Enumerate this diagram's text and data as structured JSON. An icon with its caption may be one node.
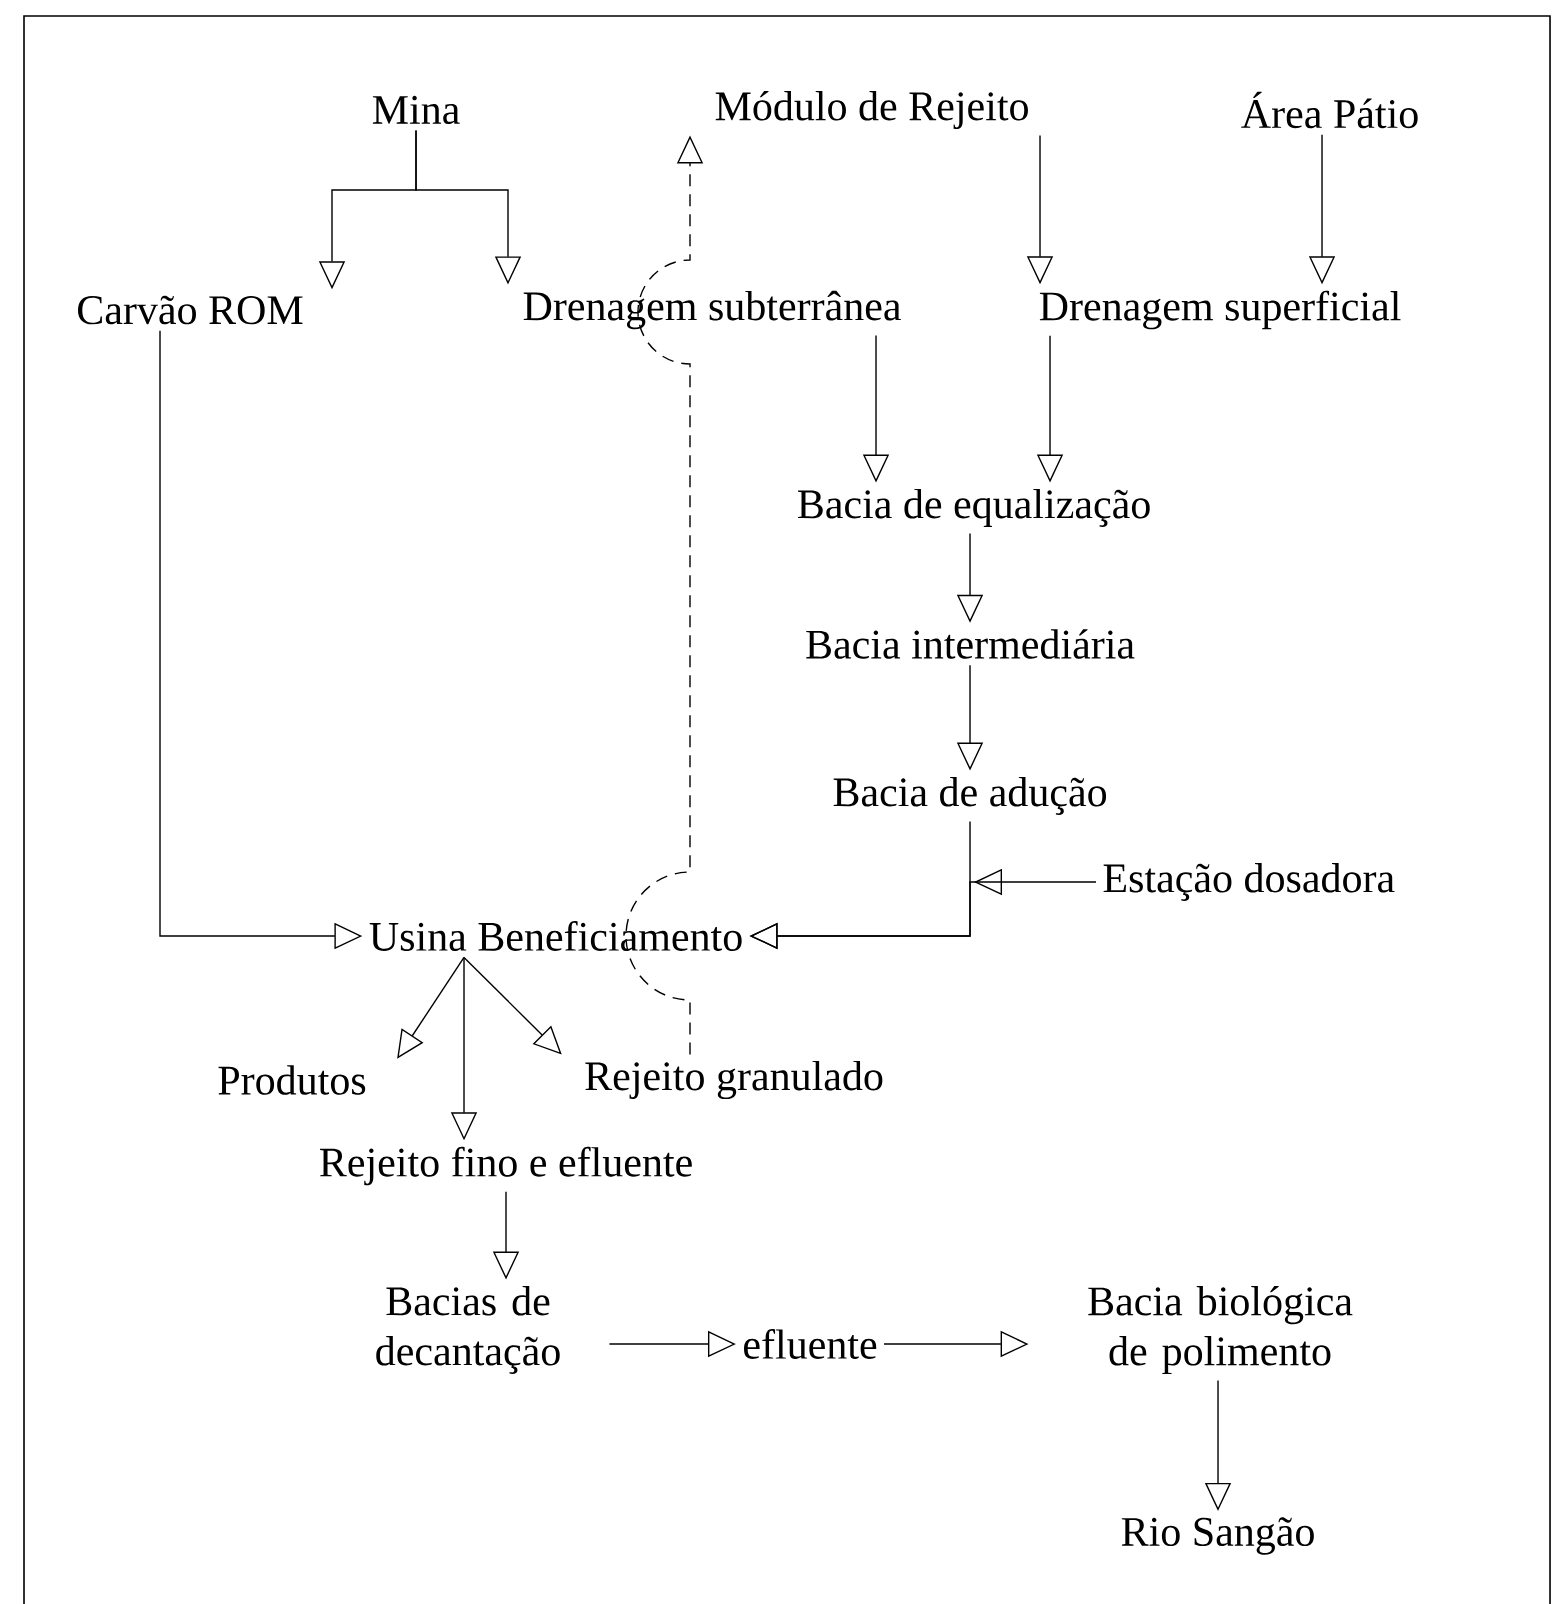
{
  "diagram": {
    "nodes": [
      {
        "text": [
          "Mina"
        ]
      },
      {
        "text": [
          "Módulo de Rejeito"
        ]
      },
      {
        "text": [
          "Área Pátio"
        ]
      },
      {
        "text": [
          "Carvão ROM"
        ]
      },
      {
        "text": [
          "Drenagem subterrânea"
        ]
      },
      {
        "text": [
          "Drenagem superficial"
        ]
      },
      {
        "text": [
          "Bacia de equalização"
        ]
      },
      {
        "text": [
          "Bacia intermediária"
        ]
      },
      {
        "text": [
          "Bacia de adução"
        ]
      },
      {
        "text": [
          "Estação dosadora"
        ]
      },
      {
        "text": [
          "Usina Beneficiamento"
        ]
      },
      {
        "text": [
          "Produtos"
        ]
      },
      {
        "text": [
          "Rejeito granulado"
        ]
      },
      {
        "text": [
          "Rejeito fino e efluente"
        ]
      },
      {
        "text": [
          "Bacias de decantação"
        ]
      },
      {
        "text": [
          "efluente"
        ]
      },
      {
        "text": [
          "Bacia biológica de polimento"
        ]
      },
      {
        "text": [
          "Rio Sangão"
        ]
      }
    ],
    "edges": [
      {
        "from": 0,
        "to": 3,
        "arrow": "to"
      },
      {
        "from": 0,
        "to": 4,
        "arrow": "to"
      },
      {
        "from": 1,
        "to": 5,
        "arrow": "to"
      },
      {
        "from": 2,
        "to": 5,
        "arrow": "to"
      },
      {
        "from": 4,
        "to": 6,
        "arrow": "to"
      },
      {
        "from": 5,
        "to": 6,
        "arrow": "to"
      },
      {
        "from": 6,
        "to": 7,
        "arrow": "to"
      },
      {
        "from": 7,
        "to": 8,
        "arrow": "to"
      },
      {
        "from": 8,
        "to": 10,
        "arrow": "to"
      },
      {
        "from": 9,
        "to": 10,
        "arrow": "to"
      },
      {
        "from": 3,
        "to": 10,
        "arrow": "to"
      },
      {
        "from": 10,
        "to": 11,
        "arrow": "to"
      },
      {
        "from": 10,
        "to": 13,
        "arrow": "to"
      },
      {
        "from": 10,
        "to": 12,
        "arrow": "to"
      },
      {
        "from": 12,
        "to": 1,
        "arrow": "to",
        "style": "dashed"
      },
      {
        "from": 13,
        "to": 14,
        "arrow": "to"
      },
      {
        "from": 14,
        "to": 15,
        "arrow": "to"
      },
      {
        "from": 15,
        "to": 16,
        "arrow": "to"
      },
      {
        "from": 16,
        "to": 17,
        "arrow": "to"
      }
    ]
  }
}
